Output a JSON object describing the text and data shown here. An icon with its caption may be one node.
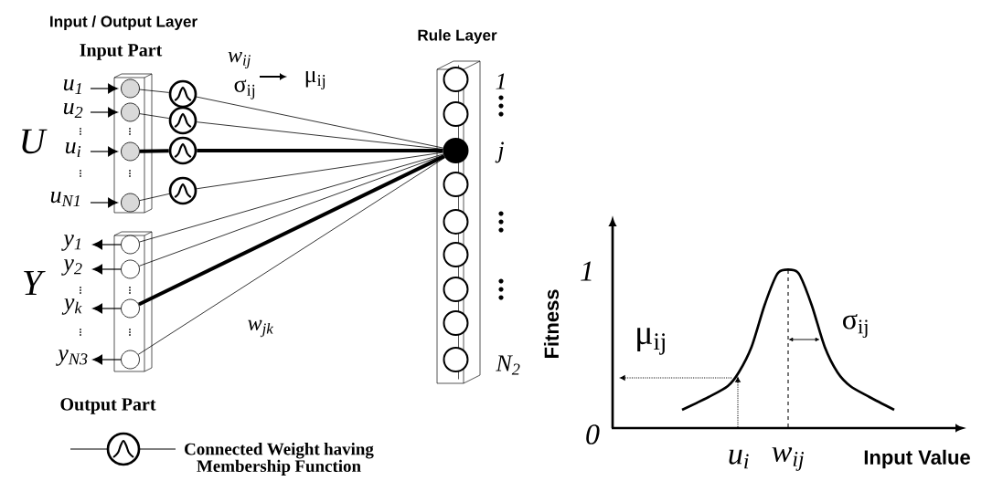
{
  "diagram": {
    "nodes": [
      {
        "text": [
          "Input Part"
        ]
      },
      {
        "text": [],
        "shape": "circle",
        "in": 0,
        "beside": [
          "u$_{1}$"
        ]
      },
      {
        "text": [],
        "shape": "circle",
        "in": 0,
        "beside": [
          "u$_{2}$"
        ]
      },
      {
        "text": [],
        "shape": "circle",
        "in": 0,
        "beside": [
          "u$_{i}$"
        ]
      },
      {
        "text": [],
        "shape": "circle",
        "in": 0,
        "beside": [
          "u$_{N1}$"
        ]
      },
      {
        "text": [],
        "shape": "circle"
      },
      {
        "text": [],
        "shape": "circle"
      },
      {
        "text": [],
        "shape": "circle"
      },
      {
        "text": [],
        "shape": "circle"
      },
      {
        "text": [
          "Output Part"
        ]
      },
      {
        "text": [],
        "shape": "circle",
        "in": 9,
        "beside": [
          "y$_{1}$"
        ]
      },
      {
        "text": [],
        "shape": "circle",
        "in": 9,
        "beside": [
          "y$_{2}$"
        ]
      },
      {
        "text": [],
        "shape": "circle",
        "in": 9,
        "beside": [
          "y$_{k}$"
        ]
      },
      {
        "text": [],
        "shape": "circle",
        "in": 9,
        "beside": [
          "y$_{N3}$"
        ]
      },
      {
        "text": [
          "Rule Layer"
        ]
      },
      {
        "text": [],
        "shape": "circle",
        "in": 14,
        "beside": [
          "1"
        ]
      },
      {
        "text": [],
        "shape": "circle",
        "in": 14
      },
      {
        "text": [],
        "shape": "circle",
        "in": 14,
        "beside": [
          "j"
        ]
      },
      {
        "text": [],
        "shape": "circle",
        "in": 14
      },
      {
        "text": [],
        "shape": "circle",
        "in": 14
      },
      {
        "text": [],
        "shape": "circle",
        "in": 14
      },
      {
        "text": [],
        "shape": "circle",
        "in": 14
      },
      {
        "text": [],
        "shape": "circle",
        "in": 14
      },
      {
        "text": [],
        "shape": "circle",
        "in": 14,
        "beside": [
          "N$_{2}$"
        ]
      }
    ],
    "edges": [
      {
        "from": null,
        "to": 1,
        "arrow": "to"
      },
      {
        "from": null,
        "to": 2,
        "arrow": "to"
      },
      {
        "from": null,
        "to": 3,
        "arrow": "to"
      },
      {
        "from": null,
        "to": 4,
        "arrow": "to"
      },
      {
        "from": 1,
        "to": 5,
        "arrow": "none"
      },
      {
        "from": 2,
        "to": 6,
        "arrow": "none"
      },
      {
        "from": 3,
        "to": 7,
        "arrow": "none",
        "style": "thick"
      },
      {
        "from": 4,
        "to": 8,
        "arrow": "none"
      },
      {
        "from": 5,
        "to": 17,
        "arrow": "none"
      },
      {
        "from": 6,
        "to": 17,
        "arrow": "none"
      },
      {
        "from": 7,
        "to": 17,
        "arrow": "none",
        "style": "thick"
      },
      {
        "from": 8,
        "to": 17,
        "arrow": "none"
      },
      {
        "from": 17,
        "to": 10,
        "arrow": "none"
      },
      {
        "from": 17,
        "to": 11,
        "arrow": "none"
      },
      {
        "from": 17,
        "to": 12,
        "arrow": "none",
        "style": "thick"
      },
      {
        "from": 17,
        "to": 13,
        "arrow": "none"
      },
      {
        "from": 10,
        "to": null,
        "arrow": "to"
      },
      {
        "from": 11,
        "to": null,
        "arrow": "to"
      },
      {
        "from": 12,
        "to": null,
        "arrow": "to"
      },
      {
        "from": 13,
        "to": null,
        "arrow": "to"
      }
    ],
    "labels": [
      "Input / Output Layer",
      "U",
      "w$_{ij}$",
      "σ$_{ij}$",
      "μ$_{ij}$",
      "Y",
      "w$_{jk}$",
      "Fitness",
      "1",
      "0",
      "μ$_{ij}$",
      "σ$_{ij}$",
      "u$_{i}$",
      "w$_{ij}$",
      "Input Value"
    ],
    "legend": [
      {
        "text": "Connected Weight having Membership Function"
      }
    ]
  }
}
